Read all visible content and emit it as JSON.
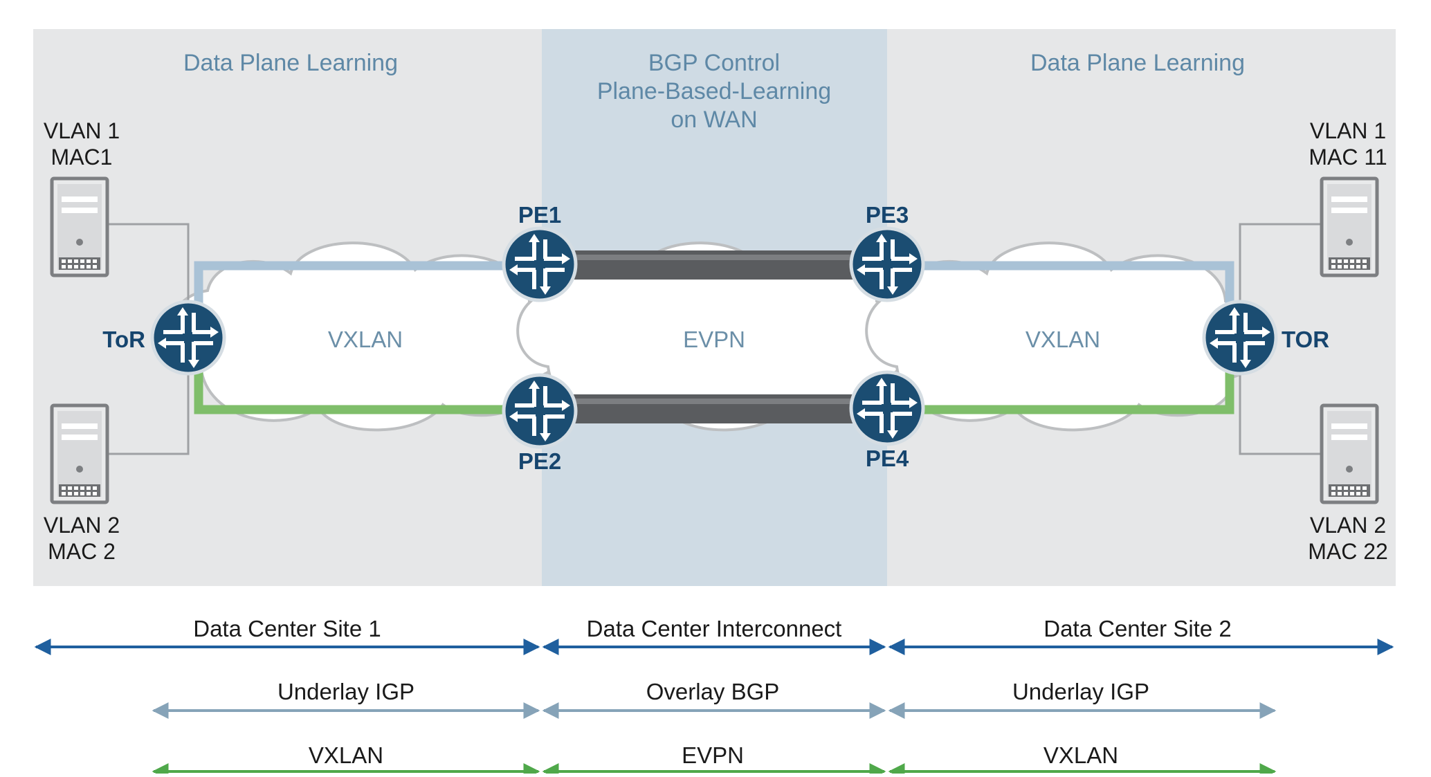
{
  "zones": {
    "left_title": "Data Plane Learning",
    "center_title": [
      "BGP Control",
      "Plane-Based-Learning",
      "on WAN"
    ],
    "right_title": "Data Plane Learning"
  },
  "hosts": {
    "left_top": [
      "VLAN 1",
      "MAC1"
    ],
    "left_bottom": [
      "VLAN 2",
      "MAC 2"
    ],
    "right_top": [
      "VLAN 1",
      "MAC 11"
    ],
    "right_bottom": [
      "VLAN 2",
      "MAC 22"
    ]
  },
  "devices": {
    "tor_left": "ToR",
    "tor_right": "TOR",
    "pe1": "PE1",
    "pe2": "PE2",
    "pe3": "PE3",
    "pe4": "PE4"
  },
  "clouds": {
    "left": "VXLAN",
    "center": "EVPN",
    "right": "VXLAN"
  },
  "spans": {
    "sites": [
      "Data Center Site 1",
      "Data Center Interconnect",
      "Data Center Site 2"
    ],
    "control": [
      "Underlay IGP",
      "Overlay BGP",
      "Underlay IGP"
    ],
    "encap": [
      "VXLAN",
      "EVPN",
      "VXLAN"
    ]
  },
  "colors": {
    "zone_side": "#e6e7e8",
    "zone_center": "#cfdbe4",
    "device": "#1b4d72",
    "link_blue": "#a9c2d6",
    "link_green": "#7fbe6a",
    "wan_link": "#5a5c5f",
    "arrow_site": "#1f5f9e",
    "arrow_control": "#86a3b8",
    "arrow_encap": "#4fa84a"
  }
}
